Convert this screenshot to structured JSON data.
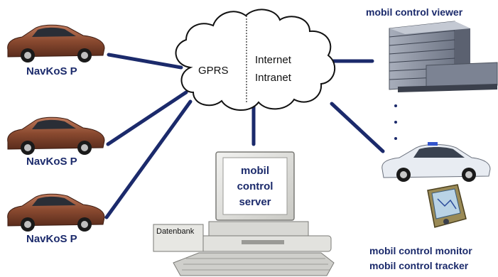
{
  "network": {
    "gprs_label": "GPRS",
    "internet_label": "Internet",
    "intranet_label": "Intranet"
  },
  "clients": [
    {
      "label": "NavKoS P"
    },
    {
      "label": "NavKoS P"
    },
    {
      "label": "NavKoS P"
    }
  ],
  "server": {
    "line1": "mobil",
    "line2": "control",
    "line3": "server",
    "db_label": "Datenbank"
  },
  "viewer": {
    "label": "mobil control viewer"
  },
  "mobile": {
    "monitor_label": "mobil control monitor",
    "tracker_label": "mobil control tracker"
  },
  "colors": {
    "line": "#1b2a6b",
    "label": "#1b2a6b",
    "car_body": "#8a4a30",
    "building": "#8c93a3",
    "white_car": "#e8ecf2"
  }
}
